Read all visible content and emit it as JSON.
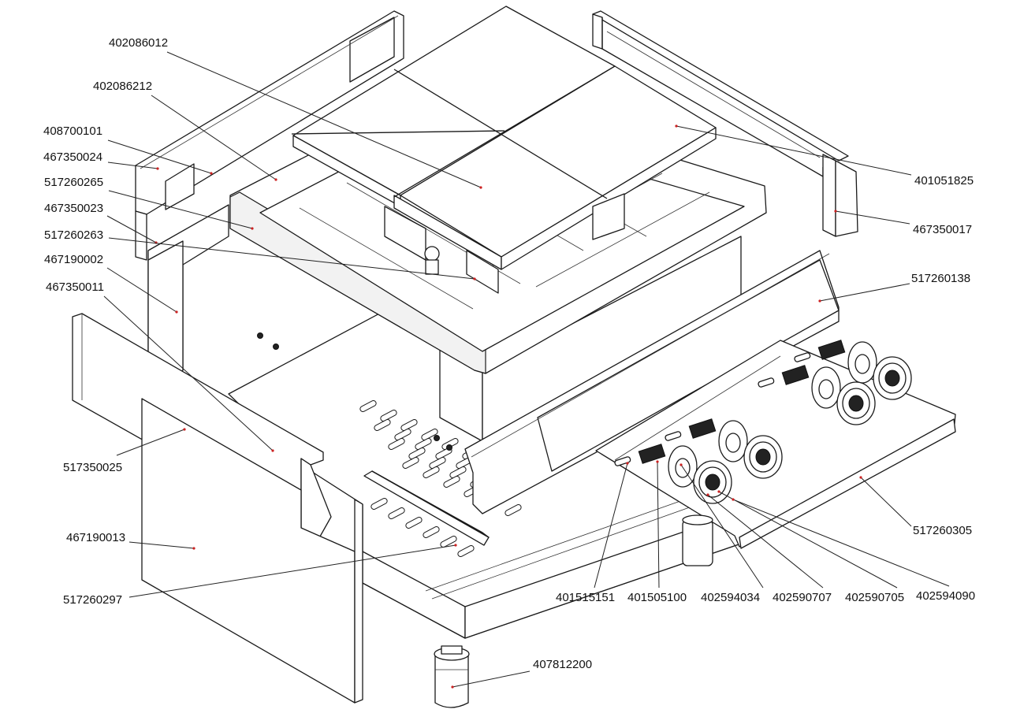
{
  "colors": {
    "line": "#1a1a1a",
    "label": "#111111",
    "marker": "#cc2222"
  },
  "parts": [
    {
      "id": "p402086012",
      "label": "402086012"
    },
    {
      "id": "p402086212",
      "label": "402086212"
    },
    {
      "id": "p408700101",
      "label": "408700101"
    },
    {
      "id": "p467350024",
      "label": "467350024"
    },
    {
      "id": "p517260265",
      "label": "517260265"
    },
    {
      "id": "p467350023",
      "label": "467350023"
    },
    {
      "id": "p517260263",
      "label": "517260263"
    },
    {
      "id": "p467190002",
      "label": "467190002"
    },
    {
      "id": "p467350011",
      "label": "467350011"
    },
    {
      "id": "p517350025",
      "label": "517350025"
    },
    {
      "id": "p467190013",
      "label": "467190013"
    },
    {
      "id": "p517260297",
      "label": "517260297"
    },
    {
      "id": "p401051825",
      "label": "401051825"
    },
    {
      "id": "p467350017",
      "label": "467350017"
    },
    {
      "id": "p517260138",
      "label": "517260138"
    },
    {
      "id": "p517260305",
      "label": "517260305"
    },
    {
      "id": "p401515151",
      "label": "401515151"
    },
    {
      "id": "p401505100",
      "label": "401505100"
    },
    {
      "id": "p402594034",
      "label": "402594034"
    },
    {
      "id": "p402590707",
      "label": "402590707"
    },
    {
      "id": "p402590705",
      "label": "402590705"
    },
    {
      "id": "p402594090",
      "label": "402594090"
    },
    {
      "id": "p407812200",
      "label": "407812200"
    }
  ]
}
